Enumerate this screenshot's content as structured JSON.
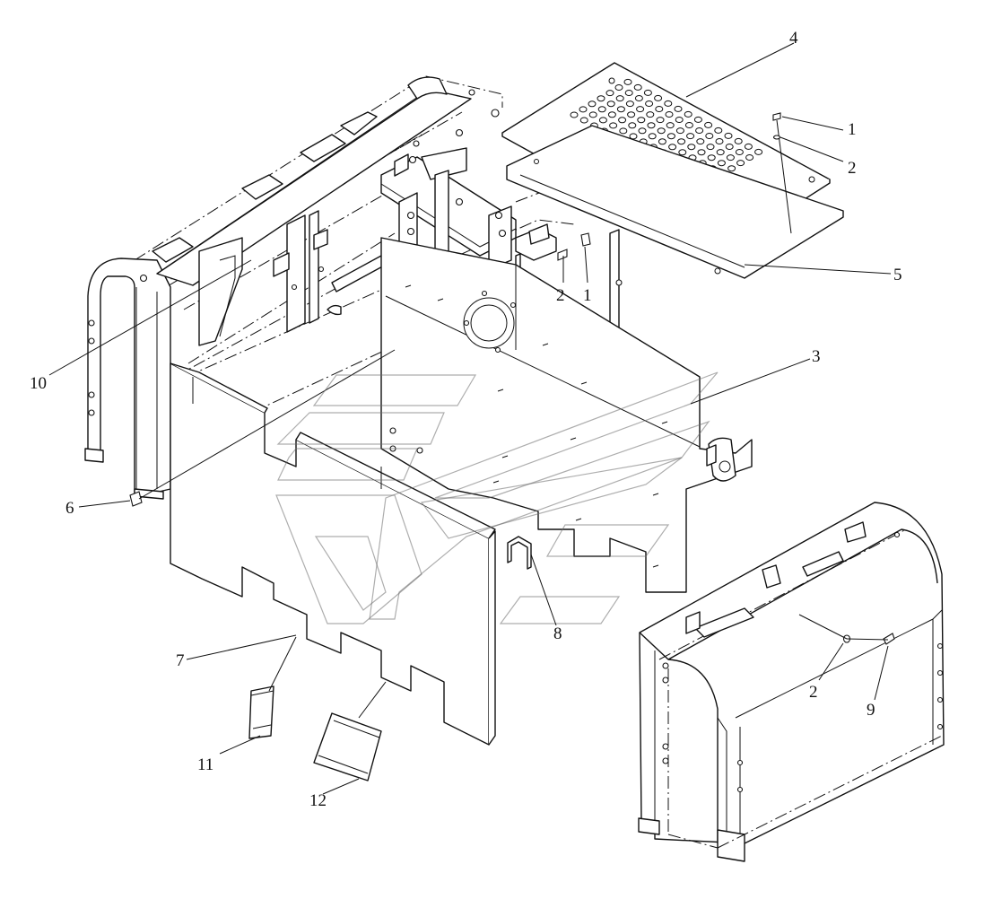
{
  "diagram": {
    "type": "exploded-assembly-drawing",
    "callouts": {
      "c1a": "1",
      "c2a": "2",
      "c2b": "2",
      "c1b": "1",
      "c4": "4",
      "c5": "5",
      "c3": "3",
      "c10": "10",
      "c6": "6",
      "c7": "7",
      "c8": "8",
      "c2c": "2",
      "c9": "9",
      "c11": "11",
      "c12": "12"
    },
    "colors": {
      "line": "#111111",
      "watermark": "#6b6b6b",
      "background": "#ffffff"
    }
  }
}
